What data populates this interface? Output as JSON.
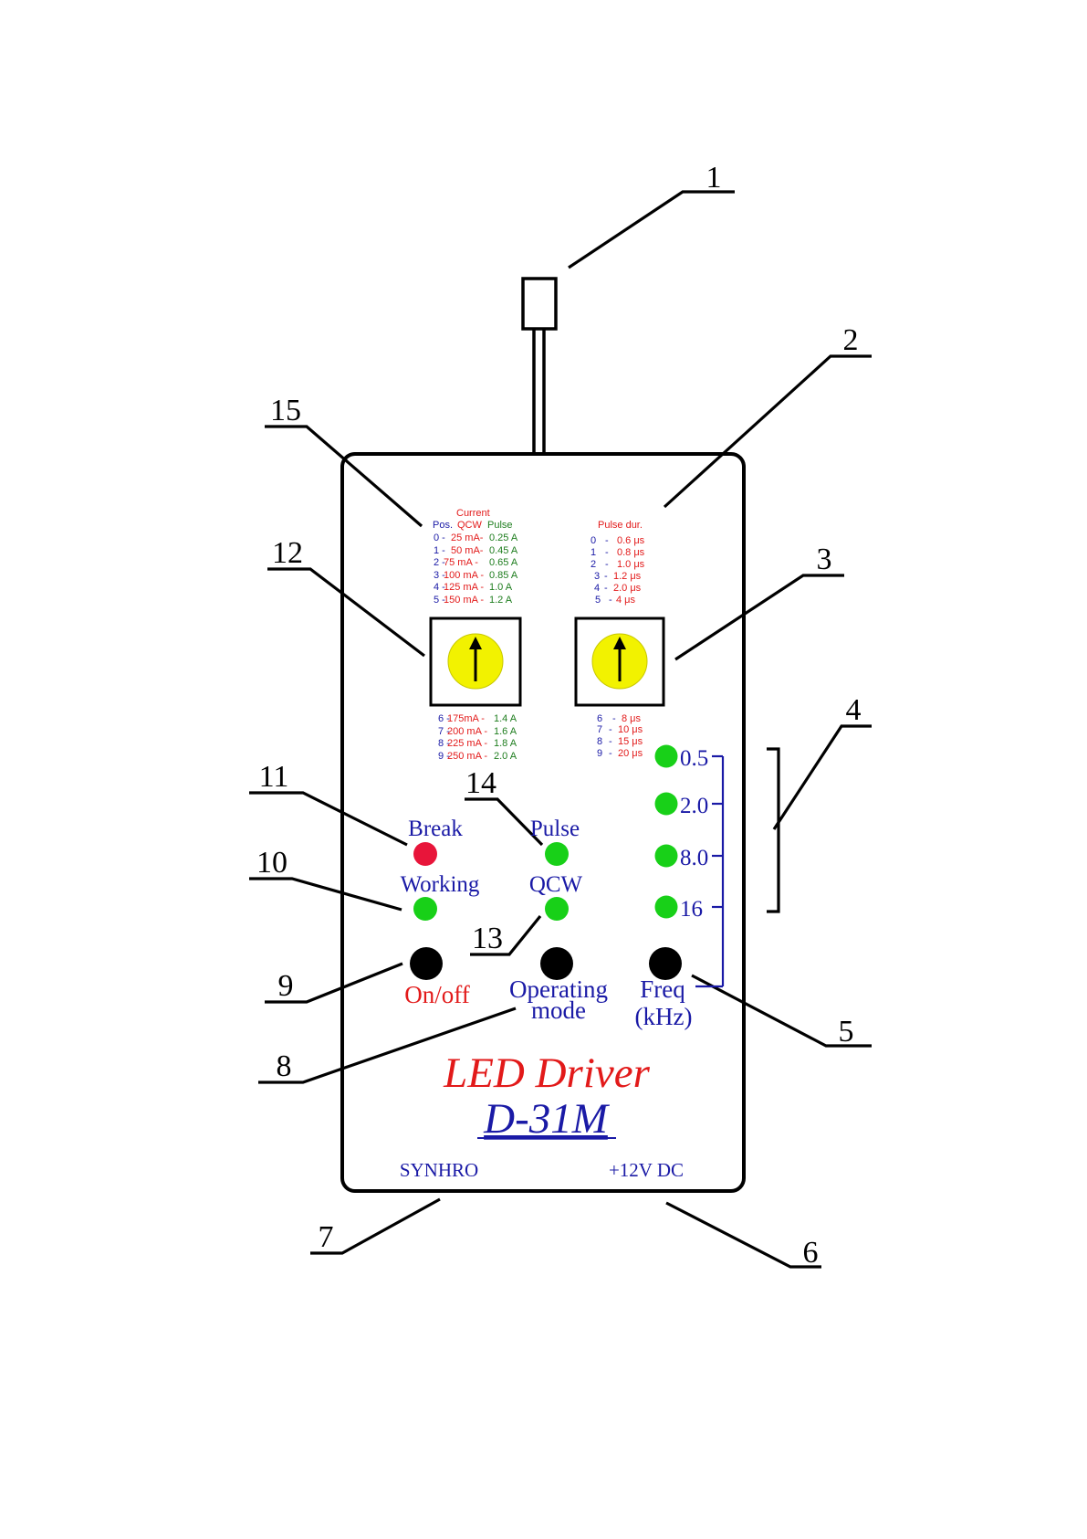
{
  "colors": {
    "red": "#e21a1a",
    "blue": "#1a1aa6",
    "green": "#1e7d1e",
    "led_green": "#18d018",
    "led_red": "#e8153a",
    "knob_yellow": "#f2f200",
    "black": "#000000"
  },
  "callouts": [
    "1",
    "2",
    "3",
    "4",
    "5",
    "6",
    "7",
    "8",
    "9",
    "10",
    "11",
    "12",
    "13",
    "14",
    "15"
  ],
  "current_table": {
    "title": "Current",
    "headers": {
      "pos": "Pos.",
      "qcw": "QCW",
      "pulse": "Pulse"
    },
    "upper_rows": [
      {
        "pos": "0 -",
        "qcw": "25 mA-",
        "pulse": "0.25 A"
      },
      {
        "pos": "1 -",
        "qcw": "50 mA-",
        "pulse": "0.45 A"
      },
      {
        "pos": "2 -",
        "qcw": "75 mA -",
        "pulse": "0.65 A"
      },
      {
        "pos": "3 -",
        "qcw": "100 mA -",
        "pulse": "0.85 A"
      },
      {
        "pos": "4 -",
        "qcw": "125 mA -",
        "pulse": "1.0 A"
      },
      {
        "pos": "5 -",
        "qcw": "150 mA -",
        "pulse": "1.2 A"
      }
    ],
    "lower_rows": [
      {
        "pos": "6 -",
        "qcw": "175mA -",
        "pulse": "1.4 A"
      },
      {
        "pos": "7 -",
        "qcw": "200 mA -",
        "pulse": "1.6 A"
      },
      {
        "pos": "8 -",
        "qcw": "225 mA -",
        "pulse": "1.8 A"
      },
      {
        "pos": "9 -",
        "qcw": "250 mA -",
        "pulse": "2.0 A"
      }
    ]
  },
  "pulse_table": {
    "title": "Pulse dur.",
    "upper_rows": [
      {
        "pos": "0",
        "dash": "-",
        "val": "0.6 μs"
      },
      {
        "pos": "1",
        "dash": "-",
        "val": "0.8 μs"
      },
      {
        "pos": "2",
        "dash": "-",
        "val": "1.0 μs"
      },
      {
        "pos": "3",
        "dash": "-",
        "val": "1.2 μs"
      },
      {
        "pos": "4",
        "dash": "-",
        "val": "2.0 μs"
      },
      {
        "pos": "5",
        "dash": "-",
        "val": "4 μs"
      }
    ],
    "lower_rows": [
      {
        "pos": "6",
        "dash": "-",
        "val": "8 μs"
      },
      {
        "pos": "7",
        "dash": "-",
        "val": "10 μs"
      },
      {
        "pos": "8",
        "dash": "-",
        "val": "15 μs"
      },
      {
        "pos": "9",
        "dash": "-",
        "val": "20 μs"
      }
    ]
  },
  "freq_leds": [
    "0.5",
    "2.0",
    "8.0",
    "16"
  ],
  "indicators": {
    "break": "Break",
    "working": "Working",
    "pulse": "Pulse",
    "qcw": "QCW"
  },
  "buttons": {
    "on_off": "On/off",
    "operating_mode_line1": "Operating",
    "operating_mode_line2": "mode",
    "freq_line1": "Freq",
    "freq_line2": "(kHz)"
  },
  "title": {
    "line1": "LED Driver",
    "line2": "D-31M"
  },
  "connectors": {
    "synhro": "SYNHRO",
    "power": "+12V DC"
  }
}
